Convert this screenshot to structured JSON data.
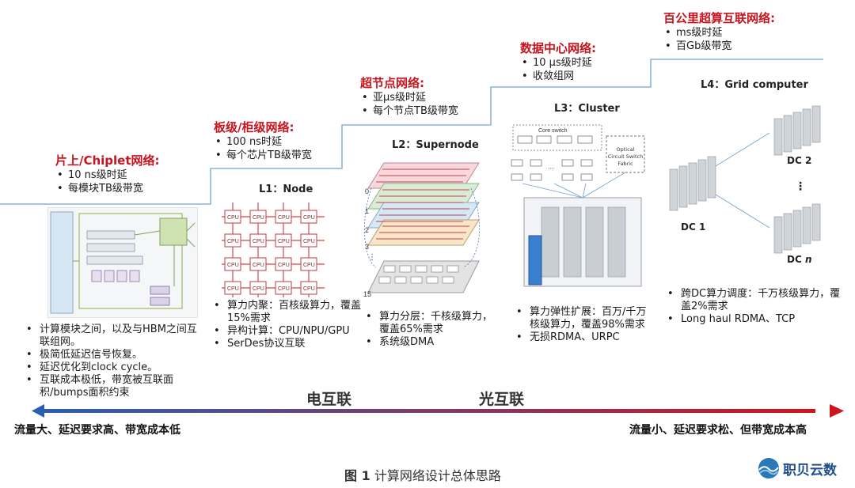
{
  "stages": [
    {
      "title": "片上/Chiplet网络:",
      "bullets": [
        "10 ns级时延",
        "每模块TB级带宽"
      ]
    },
    {
      "title": "板级/柜级网络:",
      "bullets": [
        "100 ns时延",
        "每个芯片TB级带宽"
      ]
    },
    {
      "title": "超节点网络:",
      "bullets": [
        "亚μs级时延",
        "每个节点TB级带宽"
      ]
    },
    {
      "title": "数据中心网络:",
      "bullets": [
        "10 μs级时延",
        "收敛组网"
      ]
    },
    {
      "title": "百公里超算互联网络:",
      "bullets": [
        "ms级时延",
        "百Gb级带宽"
      ]
    }
  ],
  "levels": {
    "l1": "L1：Node",
    "l2": "L2：Supernode",
    "l3": "L3：Cluster",
    "l4": "L4：Grid computer"
  },
  "diagram_labels": {
    "core_switch": "Core switch",
    "ocs": [
      "Optical",
      "Circuit Switch",
      "Fabric"
    ],
    "cpu": "CPU",
    "dc1": "DC 1",
    "dc2": "DC 2",
    "dcn_prefix": "DC ",
    "dcn_suffix": "n",
    "vdots": "⋮",
    "hdots": "···",
    "layers": [
      "0",
      "1",
      "2",
      "3",
      "15"
    ]
  },
  "descriptions": [
    [
      "计算模块之间，以及与HBM之间互联组网。",
      "极简低延迟信号恢复。",
      "延迟优化到clock cycle。",
      "互联成本极低，带宽被互联面积/bumps面积约束"
    ],
    [
      "算力内聚：百核级算力，覆盖15%需求",
      "异构计算：CPU/NPU/GPU",
      "SerDes协议互联"
    ],
    [
      "算力分层：千核级算力，覆盖65%需求",
      "系统级DMA"
    ],
    [
      "算力弹性扩展：百万/千万核级算力，覆盖98%需求",
      "无损RDMA、URPC"
    ],
    [
      "跨DC算力调度：千万核级算力，覆盖2%需求",
      "Long haul RDMA、TCP"
    ]
  ],
  "interconnect": {
    "electrical": "电互联",
    "optical": "光互联"
  },
  "axis": {
    "left": "流量大、延迟要求高、带宽成本低",
    "right": "流量小、延迟要求松、但带宽成本高",
    "colors": {
      "start": "#2a5fb4",
      "end": "#d0141e"
    }
  },
  "caption": {
    "label": "图 1",
    "text": "计算网络设计总体思路"
  },
  "logo": {
    "text": "职贝云数"
  },
  "colors": {
    "title": "#c8141e",
    "step_line": "#8ab4dc"
  }
}
